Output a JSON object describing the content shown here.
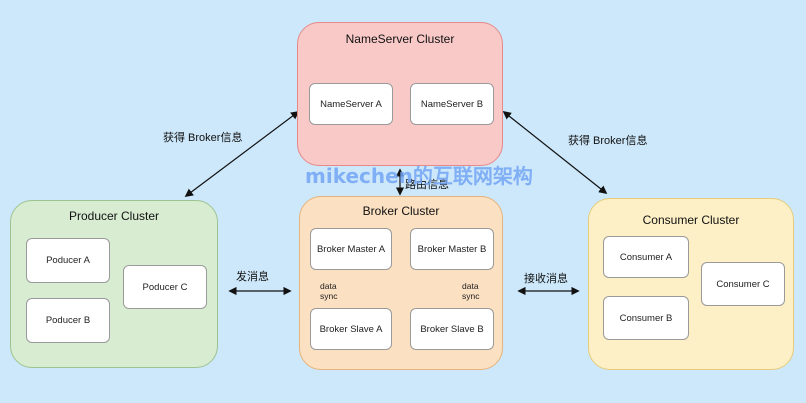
{
  "nameserver": {
    "title": "NameServer Cluster",
    "node_a": "NameServer A",
    "node_b": "NameServer B"
  },
  "producer": {
    "title": "Producer Cluster",
    "node_a": "Poducer A",
    "node_b": "Poducer B",
    "node_c": "Poducer C"
  },
  "broker": {
    "title": "Broker Cluster",
    "master_a": "Broker Master A",
    "master_b": "Broker Master B",
    "slave_a": "Broker Slave A",
    "slave_b": "Broker Slave B",
    "sync_label_1": "data",
    "sync_label_2": "sync"
  },
  "consumer": {
    "title": "Consumer Cluster",
    "node_a": "Consumer A",
    "node_b": "Consumer  B",
    "node_c": "Consumer C"
  },
  "edges": {
    "get_broker_left": "获得 Broker信息",
    "get_broker_right": "获得 Broker信息",
    "route_info": "路由信息",
    "send_msg": "发消息",
    "recv_msg": "接收消息"
  },
  "watermark": "mikechen的互联网架构",
  "colors": {
    "background": "#cde8fb",
    "nameserver_fill": "#f9c9c8",
    "producer_fill": "#d8ecd2",
    "broker_fill": "#fbe0c2",
    "consumer_fill": "#fdf0c6"
  }
}
